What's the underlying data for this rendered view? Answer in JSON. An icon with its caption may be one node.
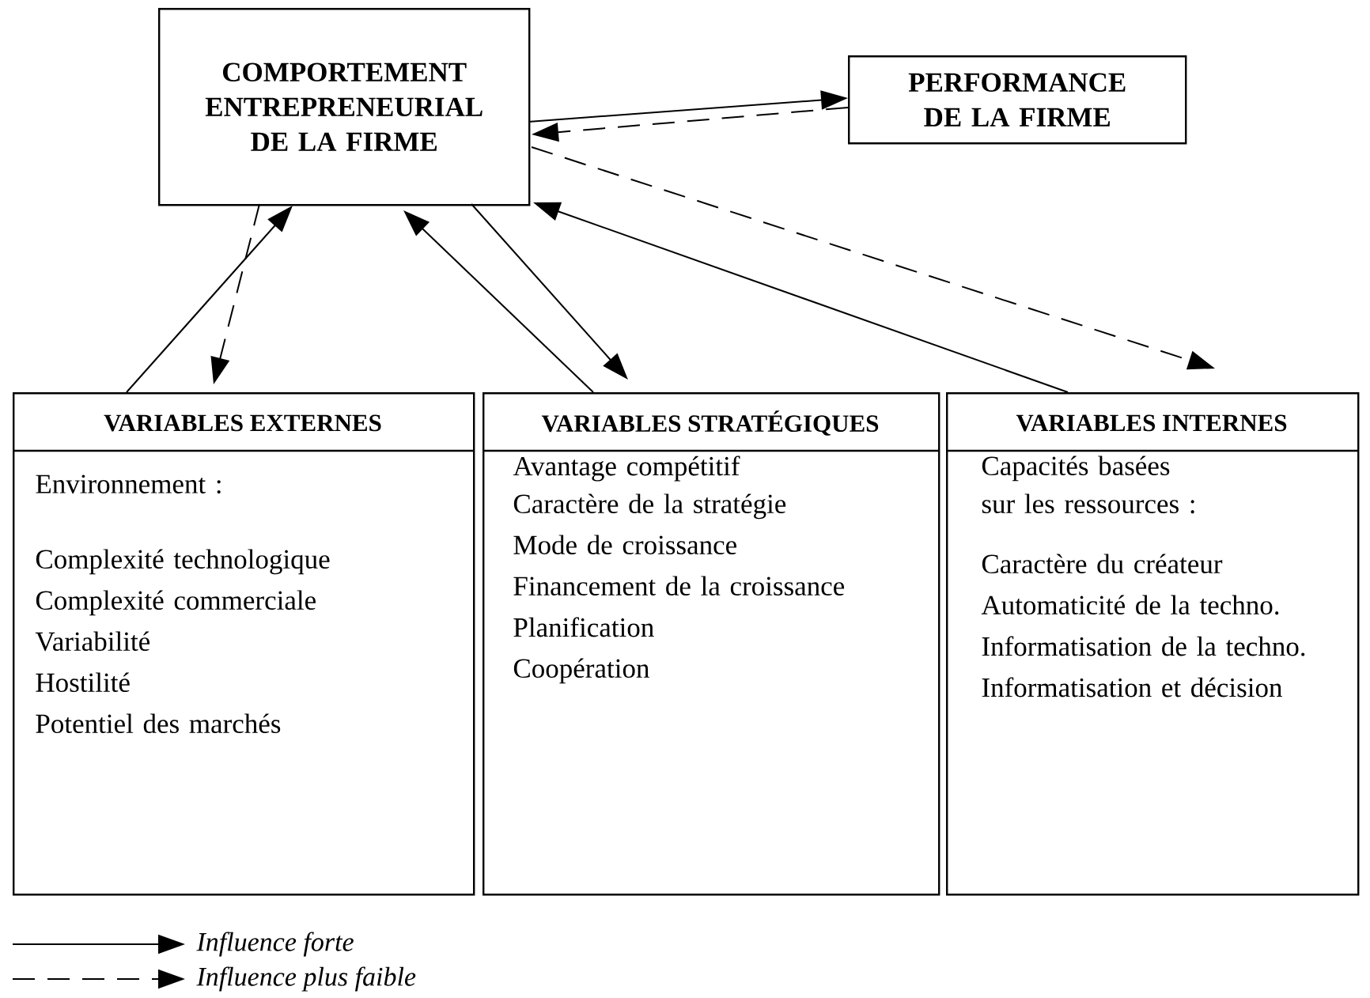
{
  "diagram": {
    "nodes": [
      {
        "text": [
          "COMPORTEMENT ENTREPRENEURIAL DE LA FIRME"
        ]
      },
      {
        "text": [
          "PERFORMANCE DE LA FIRME"
        ]
      },
      {
        "text": [
          "VARIABLES EXTERNES",
          "Environnement :",
          "Complexité technologique",
          "Complexité commerciale",
          "Variabilité",
          "Hostilité",
          "Potentiel des marchés"
        ]
      },
      {
        "text": [
          "VARIABLES STRATÉGIQUES",
          "Avantage compétitif",
          "Caractère de la stratégie",
          "Mode de croissance",
          "Financement de la croissance",
          "Planification",
          "Coopération"
        ]
      },
      {
        "text": [
          "VARIABLES INTERNES",
          "Capacités basées sur les ressources :",
          "Caractère du créateur",
          "Automaticité de la techno.",
          "Informatisation de la techno.",
          "Informatisation et décision"
        ]
      }
    ],
    "edges": [
      {
        "from": 0,
        "to": 1,
        "arrow": "to"
      },
      {
        "from": 1,
        "to": 0,
        "arrow": "to",
        "style": "dashed"
      },
      {
        "from": 2,
        "to": 0,
        "arrow": "to"
      },
      {
        "from": 0,
        "to": 2,
        "arrow": "to",
        "style": "dashed"
      },
      {
        "from": 3,
        "to": 0,
        "arrow": "to"
      },
      {
        "from": 0,
        "to": 3,
        "arrow": "to"
      },
      {
        "from": 4,
        "to": 0,
        "arrow": "to"
      },
      {
        "from": 0,
        "to": 4,
        "arrow": "to",
        "style": "dashed"
      }
    ],
    "legend": [
      {
        "text": "Influence forte"
      },
      {
        "text": "Influence plus faible"
      }
    ]
  }
}
